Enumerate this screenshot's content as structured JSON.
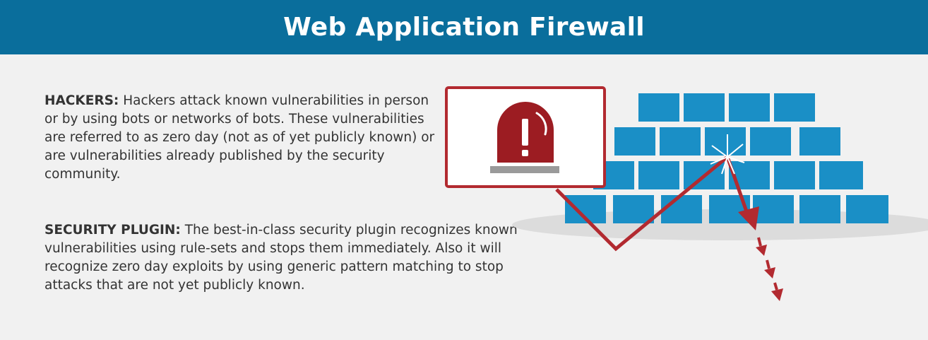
{
  "header": {
    "title": "Web Application Firewall"
  },
  "hackers": {
    "label": "HACKERS:",
    "text": "Hackers attack known vulnerabilities in person or by using bots or networks of bots. These vulnerabilities are referred to as zero day (not as of yet publicly known) or are vulnerabilities already published by the security community."
  },
  "security_plugin": {
    "label": "SECURITY PLUGIN:",
    "text": "The best-in-class security plugin recognizes known vulnerabilities using rule-sets and stops them immediately. Also it will recognize zero day exploits by using generic pattern matching to stop attacks that are not yet publicly known."
  },
  "colors": {
    "header_bg": "#0a6e9c",
    "background": "#f1f1f1",
    "brick": "#1a8fc6",
    "attack_red": "#b22a30",
    "alarm_red": "#9c1c22",
    "text": "#333333"
  },
  "icons": {
    "alert": "alarm-siren-icon",
    "wall": "firewall-wall-icon",
    "impact": "impact-spark-icon"
  }
}
